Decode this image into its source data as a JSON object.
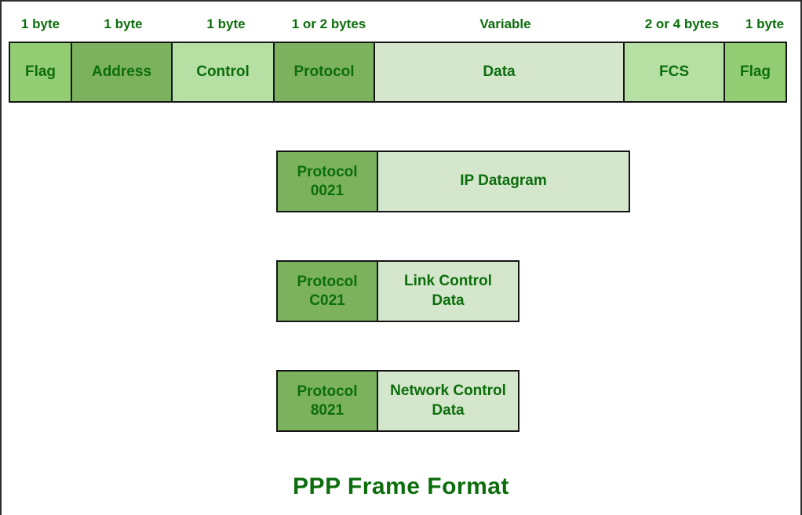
{
  "diagram": {
    "title": "PPP Frame Format",
    "colors": {
      "text_green": "#0c6d0c",
      "flag_fill": "#92cd74",
      "dark_fill": "#7cb25e",
      "medium_fill": "#b6dfa4",
      "light_fill": "#d4e6cb",
      "frame_border": "#2e2e2e"
    },
    "frame_fields": [
      {
        "size_label": "1 byte",
        "name": "Flag",
        "fill": "#92cd74"
      },
      {
        "size_label": "1 byte",
        "name": "Address",
        "fill": "#7cb25e"
      },
      {
        "size_label": "1 byte",
        "name": "Control",
        "fill": "#b6dfa4"
      },
      {
        "size_label": "1 or 2 bytes",
        "name": "Protocol",
        "fill": "#7cb25e"
      },
      {
        "size_label": "Variable",
        "name": "Data",
        "fill": "#d4e6cb"
      },
      {
        "size_label": "2 or 4 bytes",
        "name": "FCS",
        "fill": "#b6dfa4"
      },
      {
        "size_label": "1 byte",
        "name": "Flag",
        "fill": "#92cd74"
      }
    ],
    "protocol_examples": [
      {
        "field_line1": "Protocol",
        "field_line2": "0021",
        "payload": "IP Datagram",
        "field_fill": "#7cb25e",
        "payload_fill": "#d4e6cb"
      },
      {
        "field_line1": "Protocol",
        "field_line2": "C021",
        "payload": "Link Control Data",
        "field_fill": "#7cb25e",
        "payload_fill": "#d4e6cb"
      },
      {
        "field_line1": "Protocol",
        "field_line2": "8021",
        "payload": "Network Control Data",
        "field_fill": "#7cb25e",
        "payload_fill": "#d4e6cb"
      }
    ]
  }
}
